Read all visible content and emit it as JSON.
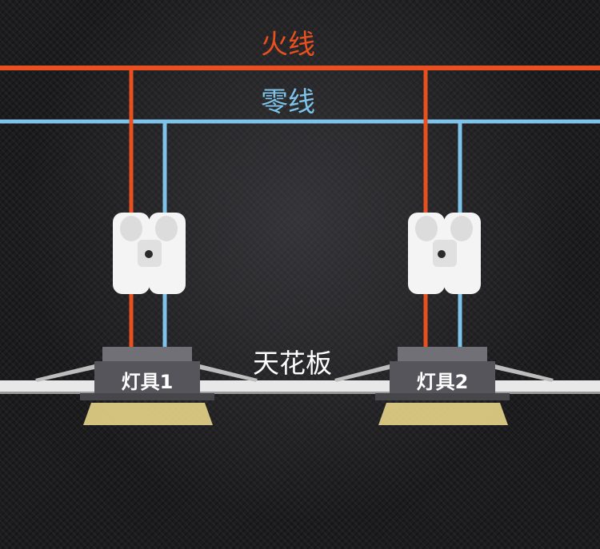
{
  "labels": {
    "live_wire": "火线",
    "neutral_wire": "零线",
    "ceiling": "天花板",
    "fixture_1": "灯具1",
    "fixture_2": "灯具2"
  },
  "colors": {
    "live_wire": "#e9501f",
    "neutral_wire": "#7ec3ea",
    "ceiling_strip": "#e8e8e8",
    "fixture_body": "#5a5a60",
    "light_glow": "#e7d58a",
    "background": "#1c1c1e"
  }
}
